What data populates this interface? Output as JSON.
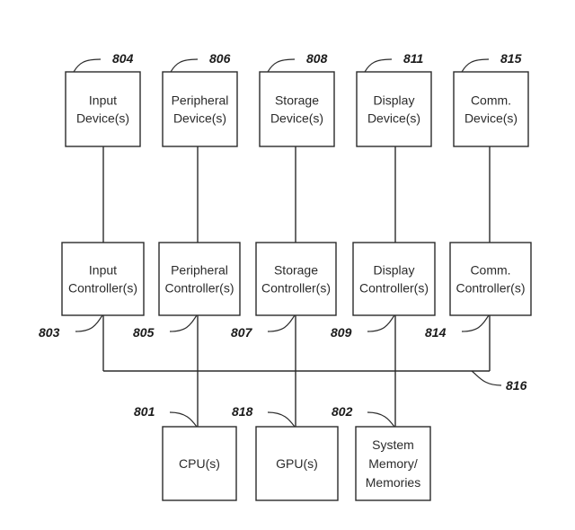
{
  "diagram": {
    "type": "block-diagram",
    "devices": [
      {
        "id": "input-device",
        "ref": "804",
        "lines": [
          "Input",
          "Device(s)"
        ]
      },
      {
        "id": "peripheral-device",
        "ref": "806",
        "lines": [
          "Peripheral",
          "Device(s)"
        ]
      },
      {
        "id": "storage-device",
        "ref": "808",
        "lines": [
          "Storage",
          "Device(s)"
        ]
      },
      {
        "id": "display-device",
        "ref": "811",
        "lines": [
          "Display",
          "Device(s)"
        ]
      },
      {
        "id": "comm-device",
        "ref": "815",
        "lines": [
          "Comm.",
          "Device(s)"
        ]
      }
    ],
    "controllers": [
      {
        "id": "input-controller",
        "ref": "803",
        "lines": [
          "Input",
          "Controller(s)"
        ]
      },
      {
        "id": "peripheral-controller",
        "ref": "805",
        "lines": [
          "Peripheral",
          "Controller(s)"
        ]
      },
      {
        "id": "storage-controller",
        "ref": "807",
        "lines": [
          "Storage",
          "Controller(s)"
        ]
      },
      {
        "id": "display-controller",
        "ref": "809",
        "lines": [
          "Display",
          "Controller(s)"
        ]
      },
      {
        "id": "comm-controller",
        "ref": "814",
        "lines": [
          "Comm.",
          "Controller(s)"
        ]
      }
    ],
    "bus": {
      "id": "bus",
      "ref": "816"
    },
    "processors": [
      {
        "id": "cpu",
        "ref": "801",
        "lines": [
          "CPU(s)"
        ]
      },
      {
        "id": "gpu",
        "ref": "818",
        "lines": [
          "GPU(s)"
        ]
      },
      {
        "id": "system-memory",
        "ref": "802",
        "lines": [
          "System",
          "Memory/",
          "Memories"
        ]
      }
    ],
    "connections": [
      [
        "input-device",
        "input-controller"
      ],
      [
        "peripheral-device",
        "peripheral-controller"
      ],
      [
        "storage-device",
        "storage-controller"
      ],
      [
        "display-device",
        "display-controller"
      ],
      [
        "comm-device",
        "comm-controller"
      ],
      [
        "input-controller",
        "bus"
      ],
      [
        "peripheral-controller",
        "bus"
      ],
      [
        "storage-controller",
        "bus"
      ],
      [
        "display-controller",
        "bus"
      ],
      [
        "comm-controller",
        "bus"
      ],
      [
        "bus",
        "cpu"
      ],
      [
        "bus",
        "gpu"
      ],
      [
        "bus",
        "system-memory"
      ]
    ]
  }
}
